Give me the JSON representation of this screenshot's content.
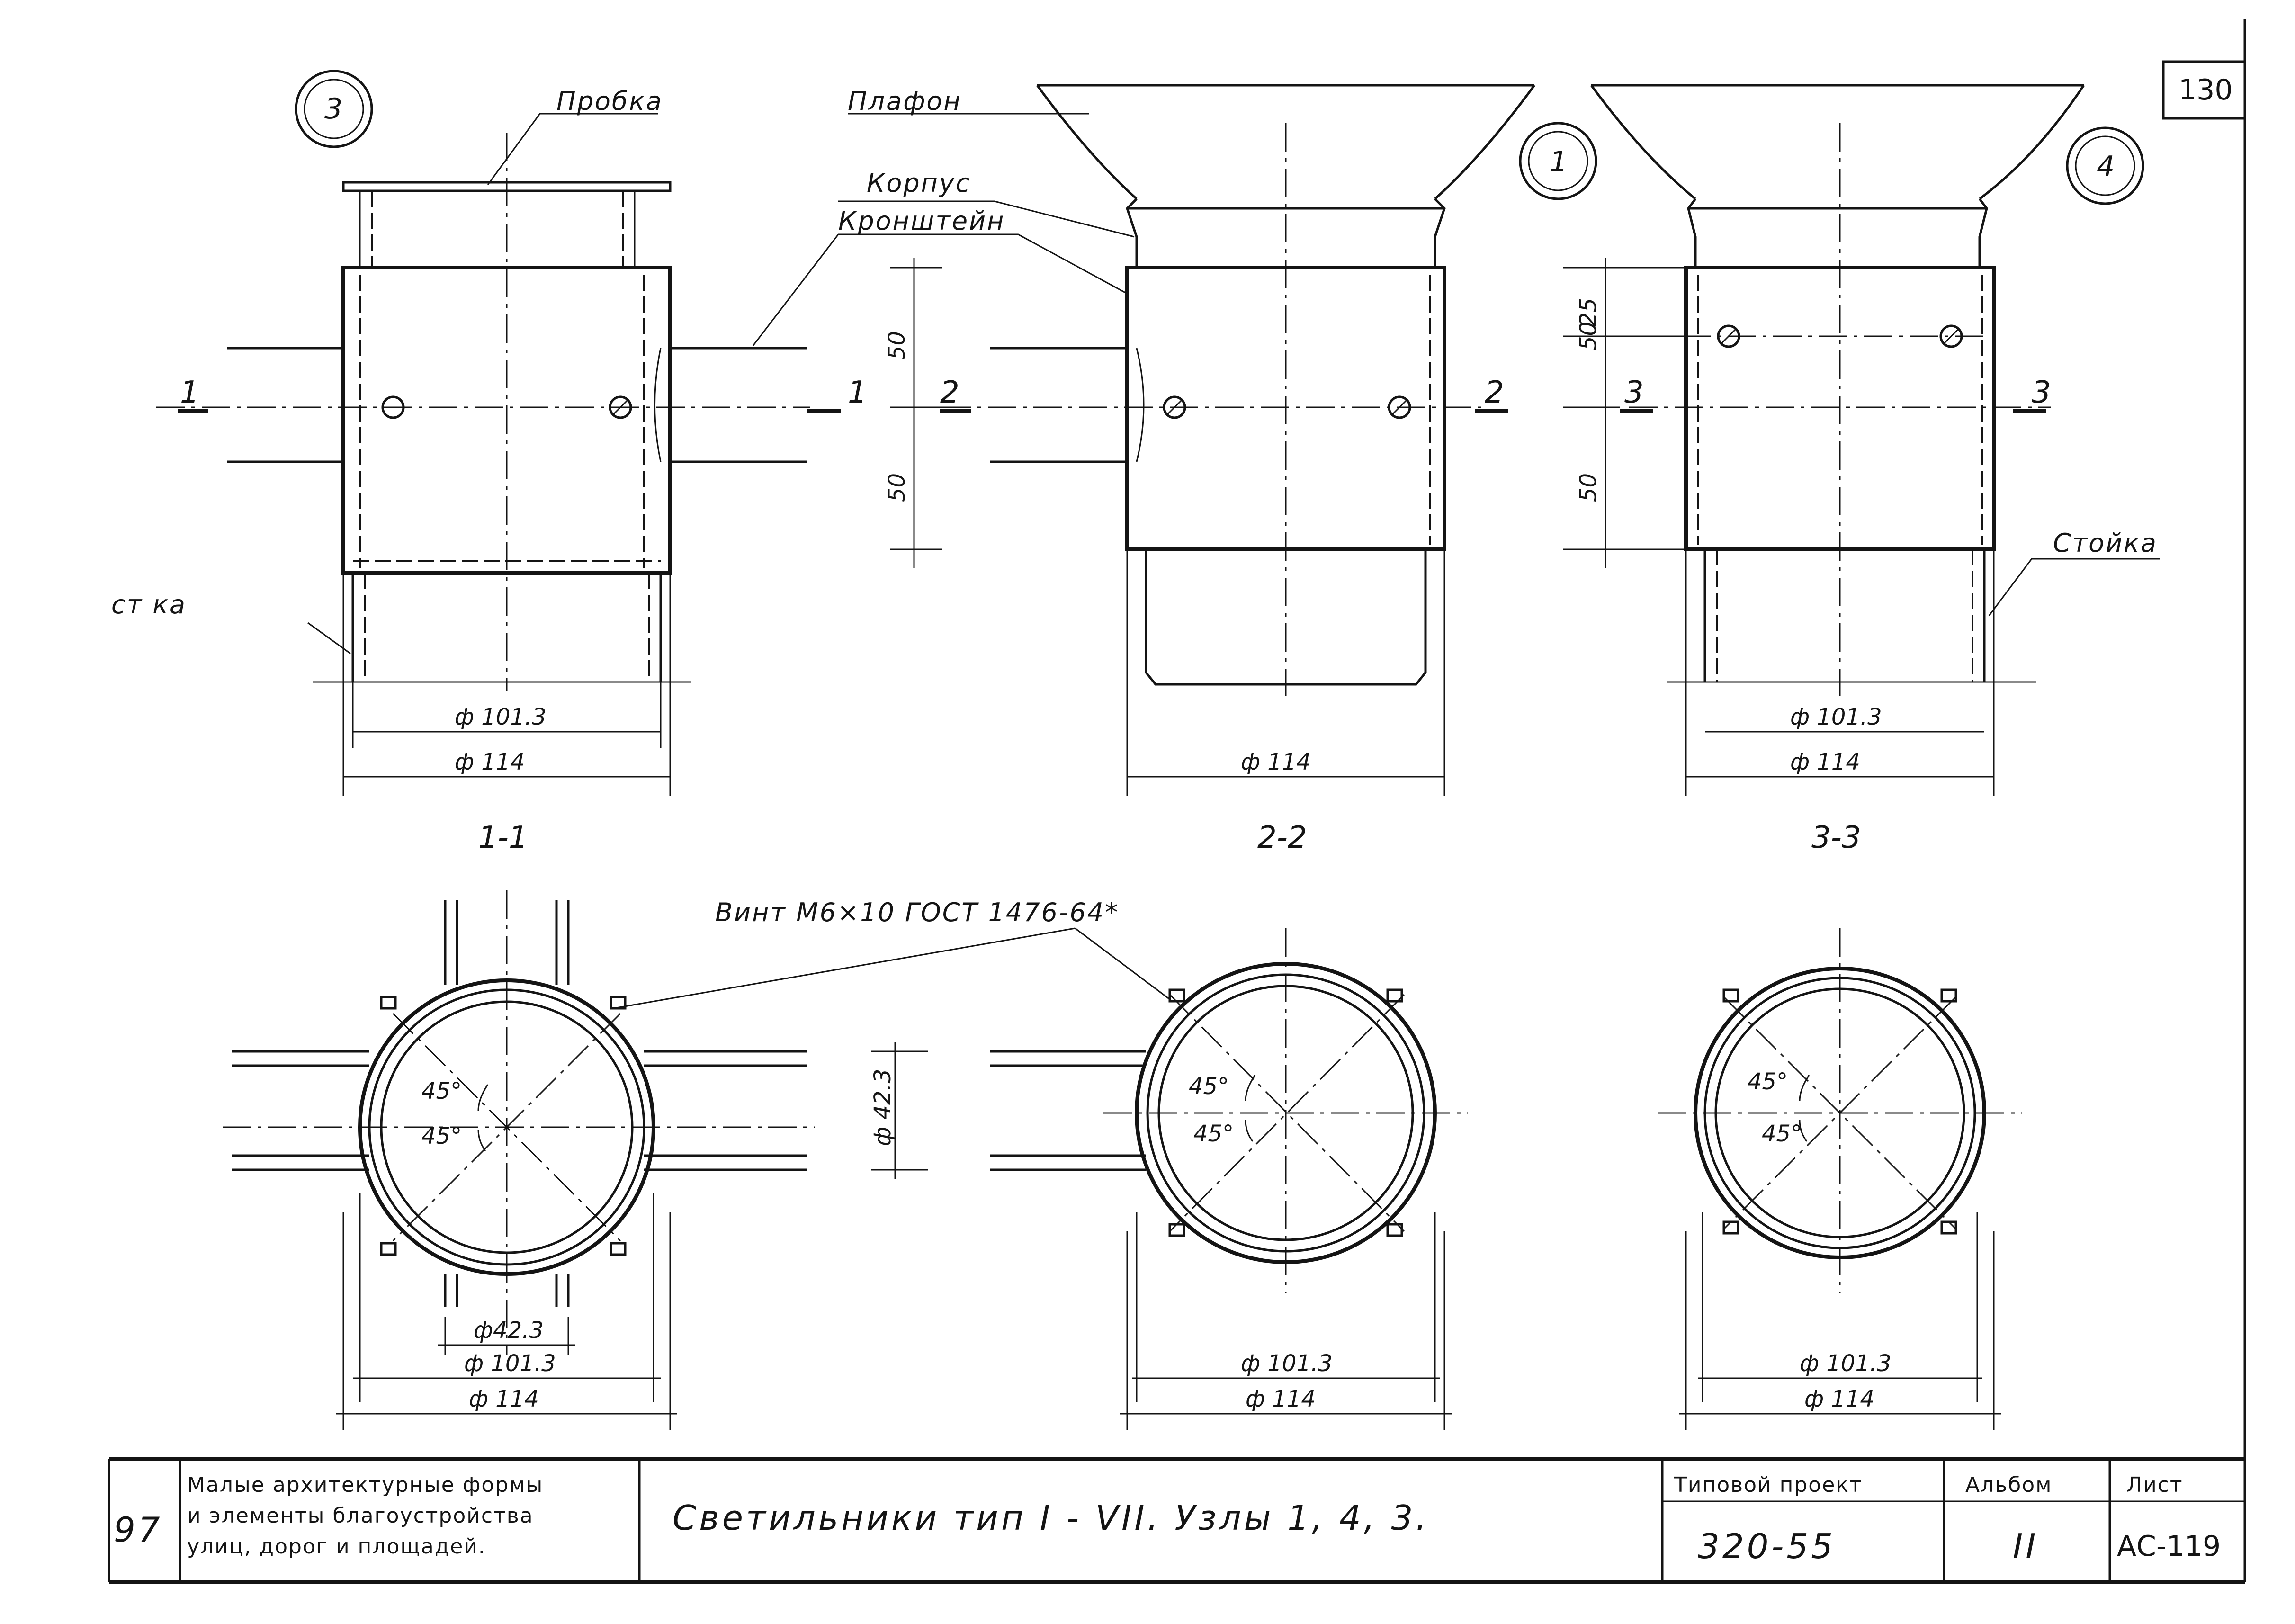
{
  "sheet_number": "130",
  "callouts": {
    "node_3": "3",
    "node_1": "1",
    "node_4": "4"
  },
  "labels": {
    "probka": "Пробка",
    "plafon": "Плафон",
    "korpus": "Корпус",
    "kronshtein": "Кронштейн",
    "stoika_left": "ст ка",
    "stoika_right": "Стойка",
    "vint": "Винт  М6×10  ГОСТ 1476-64*"
  },
  "section_marks": {
    "s1_left": "1",
    "s1_right": "1",
    "s2_left": "2",
    "s2_right": "2",
    "s3_left": "3",
    "s3_right": "3"
  },
  "section_titles": [
    "1-1",
    "2-2",
    "3-3"
  ],
  "dimensions": {
    "v50_a": "50",
    "v50_b": "50",
    "v50_c": "50",
    "v50_d": "50",
    "v25": "25",
    "d101_1": "ф 101.3",
    "d114_1": "ф 114",
    "d114_2": "ф 114",
    "d101_3": "ф 101.3",
    "d114_3": "ф 114",
    "d42_plan": "ф42.3",
    "d101_plan1": "ф 101.3",
    "d114_plan1": "ф 114",
    "d42_vert": "ф 42.3",
    "d101_plan2": "ф 101.3",
    "d114_plan2": "ф 114",
    "d101_plan3": "ф 101.3",
    "d114_plan3": "ф 114",
    "a45_1a": "45°",
    "a45_1b": "45°",
    "a45_2a": "45°",
    "a45_2b": "45°",
    "a45_3a": "45°",
    "a45_3b": "45°"
  },
  "title_block": {
    "number_left": "97",
    "org_line1": "Малые архитектурные формы",
    "org_line2": "и элементы благоустройства",
    "org_line3": "улиц, дорог и площадей.",
    "title": "Светильники тип I - VII.  Узлы 1, 4, 3.",
    "project_label": "Типовой проект",
    "project_value": "320-55",
    "album_label": "Альбом",
    "album_value": "II",
    "sheet_label": "Лист",
    "sheet_value": "АС-119"
  }
}
